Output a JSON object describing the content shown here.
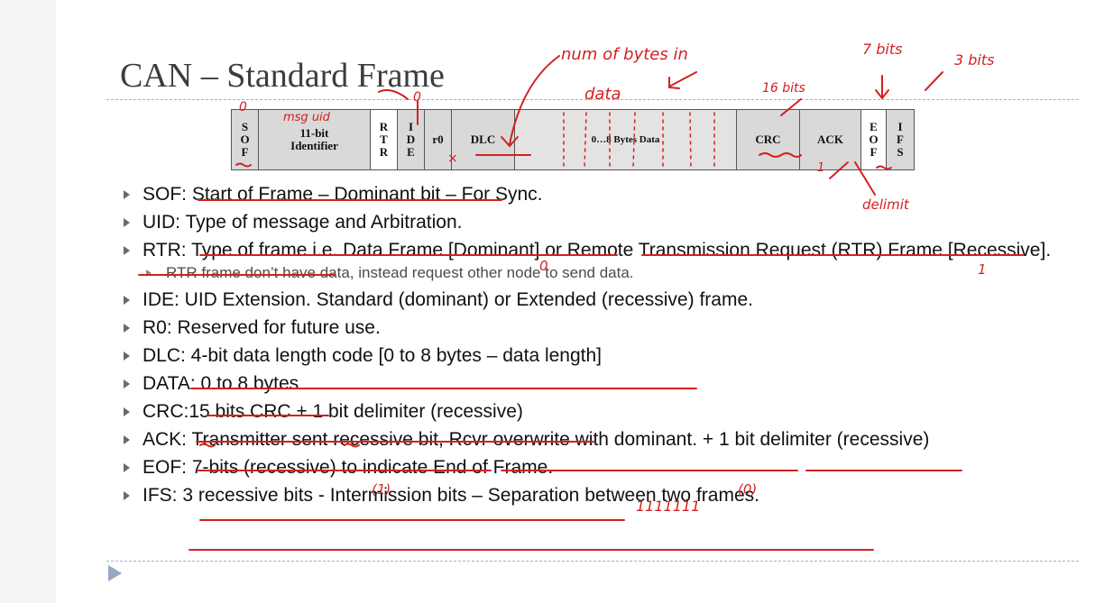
{
  "slide": {
    "title": "CAN – Standard Frame"
  },
  "frame_fields": [
    {
      "name": "sof",
      "label": "S\nO\nF",
      "style": "gray",
      "vertical": true
    },
    {
      "name": "identifier",
      "label": "11-bit\nIdentifier",
      "style": "gray",
      "vertical": false
    },
    {
      "name": "rtr",
      "label": "R\nT\nR",
      "style": "white",
      "vertical": true
    },
    {
      "name": "ide",
      "label": "I\nD\nE",
      "style": "gray",
      "vertical": true
    },
    {
      "name": "r0",
      "label": "r0",
      "style": "gray",
      "vertical": false
    },
    {
      "name": "dlc",
      "label": "DLC",
      "style": "gray",
      "vertical": false
    },
    {
      "name": "data",
      "label": "0…8 Bytes Data",
      "style": "data",
      "vertical": false
    },
    {
      "name": "crc",
      "label": "CRC",
      "style": "gray",
      "vertical": false
    },
    {
      "name": "ack",
      "label": "ACK",
      "style": "gray",
      "vertical": false
    },
    {
      "name": "eof",
      "label": "E\nO\nF",
      "style": "white",
      "vertical": true
    },
    {
      "name": "ifs",
      "label": "I\nF\nS",
      "style": "gray",
      "vertical": true
    }
  ],
  "bullets": [
    {
      "level": 1,
      "text": "SOF: Start of Frame – Dominant bit – For Sync."
    },
    {
      "level": 1,
      "text": "UID: Type of message and Arbitration."
    },
    {
      "level": 1,
      "text": "RTR: Type of frame i.e. Data Frame [Dominant] or Remote Transmission Request (RTR) Frame [Recessive]."
    },
    {
      "level": 2,
      "text": "RTR frame don’t have data, instead request other node to send data."
    },
    {
      "level": 1,
      "text": "IDE: UID Extension. Standard (dominant) or Extended (recessive) frame."
    },
    {
      "level": 1,
      "text": "R0: Reserved for future use."
    },
    {
      "level": 1,
      "text": "DLC: 4-bit data length code [0 to 8 bytes – data length]"
    },
    {
      "level": 1,
      "text": "DATA: 0 to 8 bytes"
    },
    {
      "level": 1,
      "text": "CRC:15 bits CRC + 1 bit delimiter (recessive)"
    },
    {
      "level": 1,
      "text": "ACK: Transmitter sent recessive bit, Rcvr overwrite with dominant. + 1 bit delimiter (recessive)"
    },
    {
      "level": 1,
      "text": "EOF: 7-bits (recessive) to indicate End of Frame."
    },
    {
      "level": 1,
      "text": "IFS:  3 recessive bits - Intermission bits – Separation between two frames."
    }
  ],
  "annotations": {
    "num_bytes": "num of bytes in",
    "data": "data",
    "seven_bits": "7 bits",
    "three_bits": "3 bits",
    "sixteen_bits": "16 bits",
    "msg_uid": "msg uid",
    "delimit": "delimit",
    "eof_ones": "1111111",
    "zero": "0",
    "one": "1",
    "ack_one": "(1)",
    "ack_zero": "(0)",
    "x_mark": "×"
  },
  "colors": {
    "ink": "#d42020",
    "title": "#3d3d3d",
    "field_gray": "#d9d9d9",
    "arrow": "#9aa7c2"
  }
}
